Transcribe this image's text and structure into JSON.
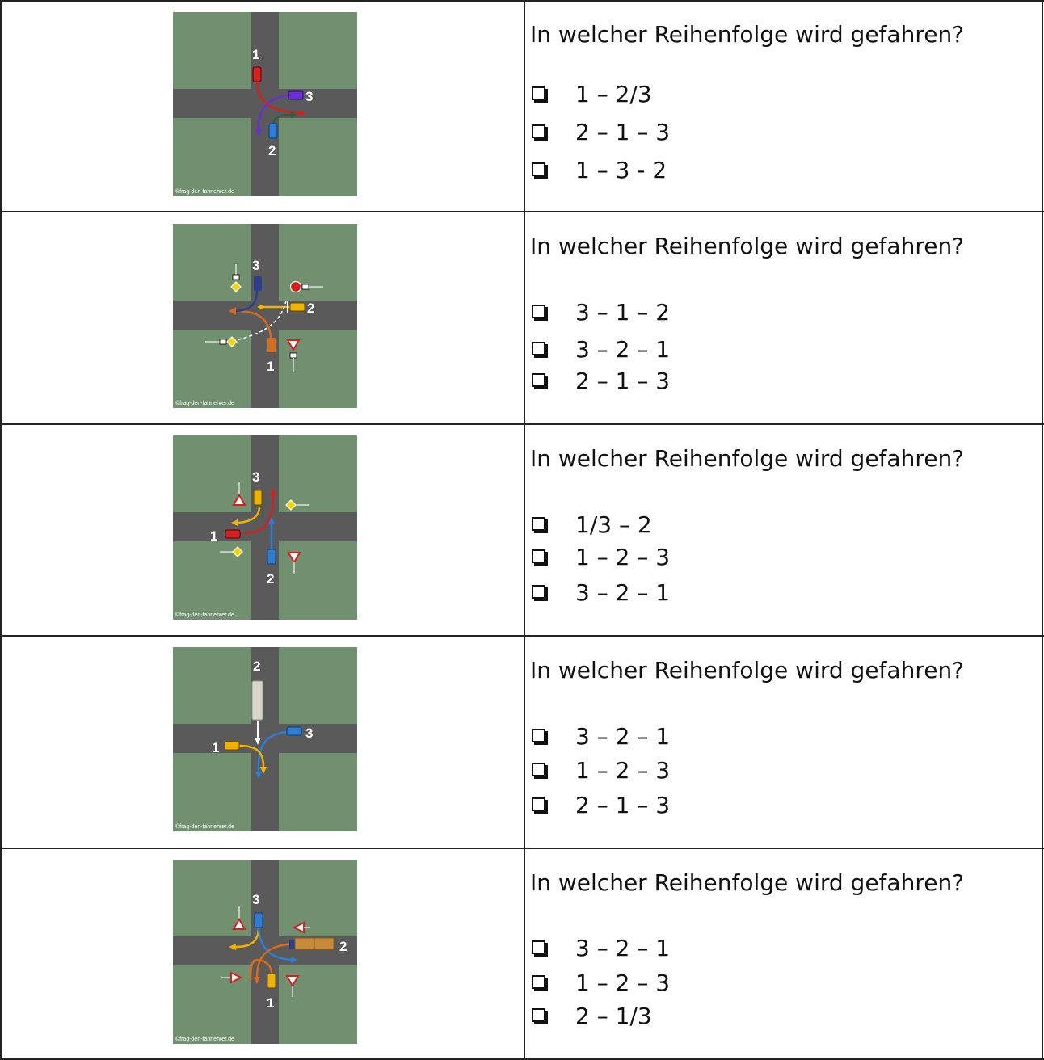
{
  "watermark": "©frag-den-fahrlehrer.de",
  "colors": {
    "grass": "#71906f",
    "road": "#5a5a5a",
    "red": "#d62020",
    "blue": "#2e7ed6",
    "yellow": "#f0b400",
    "purple": "#6a2fd2",
    "green": "#2e5e42",
    "orange": "#d76b1e",
    "navy": "#2c3e8c",
    "brown": "#c68a3a"
  },
  "questions": [
    {
      "prompt": "In welcher Reihenfolge wird gefahren?",
      "options": [
        "1 – 2/3",
        "2 – 1 – 3",
        "1 – 3 - 2"
      ],
      "illustration": {
        "labels": [
          "1",
          "2",
          "3"
        ],
        "vehicles": [
          "red car",
          "blue car",
          "purple car"
        ],
        "signs": []
      }
    },
    {
      "prompt": "In welcher Reihenfolge wird gefahren?",
      "options": [
        "3 – 1 – 2",
        "3 – 2 – 1",
        "2 – 1 – 3"
      ],
      "illustration": {
        "labels": [
          "1",
          "2",
          "3"
        ],
        "vehicles": [
          "orange car",
          "yellow car",
          "navy car"
        ],
        "signs": [
          "priority road sign",
          "stop sign",
          "yield sign"
        ]
      }
    },
    {
      "prompt": "In welcher Reihenfolge wird gefahren?",
      "options": [
        "1/3 – 2",
        "1 – 2 – 3",
        "3 – 2 – 1"
      ],
      "illustration": {
        "labels": [
          "1",
          "2",
          "3"
        ],
        "vehicles": [
          "red car",
          "blue car",
          "yellow car"
        ],
        "signs": [
          "priority road sign",
          "yield sign"
        ]
      }
    },
    {
      "prompt": "In welcher Reihenfolge wird gefahren?",
      "options": [
        "3 – 2 – 1",
        "1 – 2 – 3",
        "2 – 1 – 3"
      ],
      "illustration": {
        "labels": [
          "1",
          "2",
          "3"
        ],
        "vehicles": [
          "yellow car",
          "tram",
          "blue car"
        ],
        "signs": []
      }
    },
    {
      "prompt": "In welcher Reihenfolge wird gefahren?",
      "options": [
        "3 – 2 – 1",
        "1 – 2 – 3",
        "2 – 1/3"
      ],
      "illustration": {
        "labels": [
          "1",
          "2",
          "3"
        ],
        "vehicles": [
          "yellow car",
          "truck",
          "blue car"
        ],
        "signs": [
          "yield sign",
          "right-of-way sign",
          "one-time priority sign"
        ]
      }
    }
  ]
}
